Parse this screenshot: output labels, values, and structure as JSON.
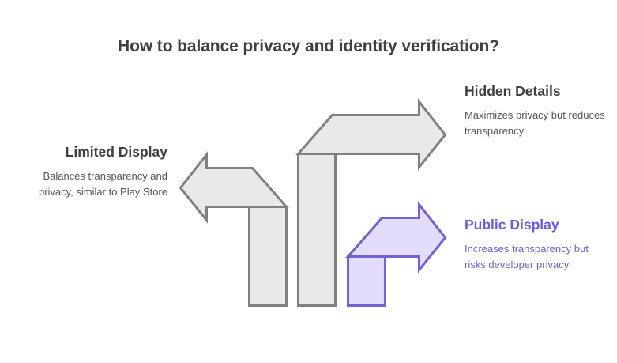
{
  "page": {
    "title": "How to balance privacy and identity verification?",
    "background_color": "#ffffff"
  },
  "theme": {
    "neutral_fill": "#e9e9e9",
    "neutral_stroke": "#808080",
    "accent_fill": "#e3dcfb",
    "accent_stroke": "#7163d0",
    "accent_text": "#6c5ce0",
    "heading_text": "#3f3f3f",
    "body_text": "#565656"
  },
  "diagram": {
    "type": "arrow-step-diagram",
    "items": [
      {
        "id": "limited-display",
        "heading": "Limited Display",
        "body": "Balances transparency and privacy, similar to Play Store",
        "arrow_direction": "left",
        "color_role": "neutral",
        "align": "right"
      },
      {
        "id": "hidden-details",
        "heading": "Hidden Details",
        "body": "Maximizes privacy but reduces transparency",
        "arrow_direction": "right",
        "color_role": "neutral",
        "align": "left"
      },
      {
        "id": "public-display",
        "heading": "Public Display",
        "body": "Increases transparency but risks developer privacy",
        "arrow_direction": "right",
        "color_role": "accent",
        "align": "left"
      }
    ]
  }
}
